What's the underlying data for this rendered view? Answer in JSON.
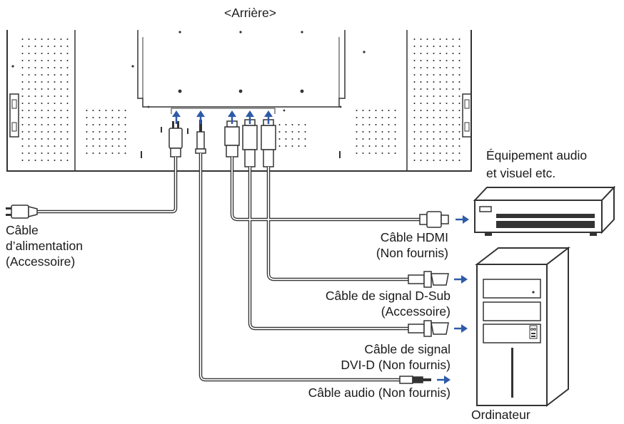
{
  "title": "<Arrière>",
  "labels": {
    "power_cable": [
      "Câble",
      "d’alimentation",
      "(Accessoire)"
    ],
    "hdmi_cable": [
      "Câble HDMI",
      "(Non fournis)"
    ],
    "dsub_cable": [
      "Câble de signal D-Sub",
      "(Accessoire)"
    ],
    "dvi_cable": [
      "Câble de signal",
      "DVI-D (Non fournis)"
    ],
    "audio_cable": [
      "Câble audio (Non fournis)"
    ],
    "av_equipment": [
      "Équipement audio",
      "et visuel etc."
    ],
    "computer": [
      "Ordinateur"
    ]
  },
  "colors": {
    "line": "#333333",
    "arrow": "#2e5aa8",
    "dots": "#222222"
  }
}
